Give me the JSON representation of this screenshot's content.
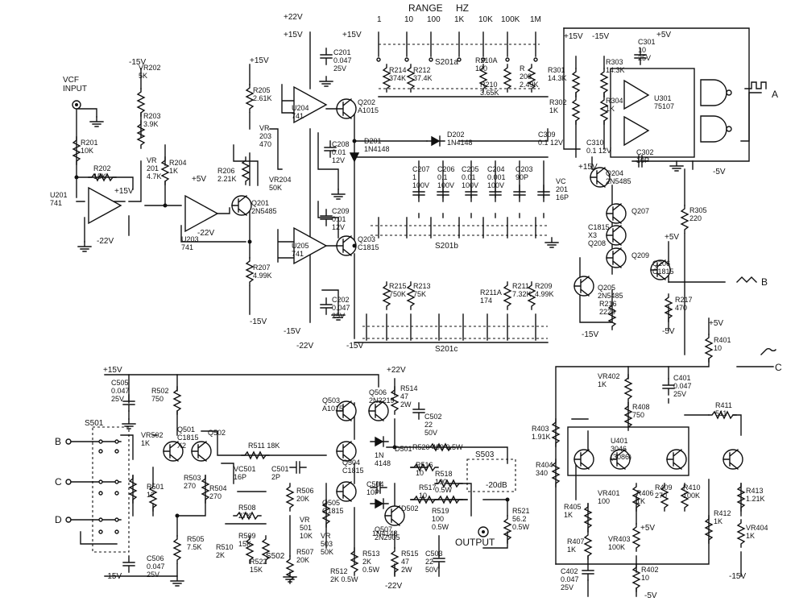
{
  "range_header": {
    "range_label": "RANGE",
    "unit_label": "HZ",
    "positions": [
      "1",
      "10",
      "100",
      "1K",
      "10K",
      "100K",
      "1M"
    ]
  },
  "inputs": {
    "vcf_input": "VCF\nINPUT"
  },
  "outputs": {
    "a": "A",
    "b": "B",
    "c": "C",
    "output": "OUTPUT"
  },
  "selector_inputs": [
    "B",
    "C",
    "D"
  ],
  "switches": {
    "s201a": "S201a",
    "s201b": "S201b",
    "s201c": "S201c",
    "s501": "S501",
    "s502": "S502",
    "s503": "S503",
    "s503_label": "-20dB"
  },
  "rails": {
    "p15": "+15V",
    "m15": "-15V",
    "p22": "+22V",
    "m22": "-22V",
    "p5": "+5V",
    "m5": "-5V"
  },
  "components": [
    {
      "id": "vr202",
      "label": "VR202\n5K"
    },
    {
      "id": "r203",
      "label": "R203\n3.9K"
    },
    {
      "id": "r201",
      "label": "R201\n10K"
    },
    {
      "id": "r202",
      "label": "R202\n15K"
    },
    {
      "id": "vr201",
      "label": "VR\n201\n4.7K"
    },
    {
      "id": "u201",
      "label": "U201\n741"
    },
    {
      "id": "r204",
      "label": "R204\n1K"
    },
    {
      "id": "u203",
      "label": "U203\n741"
    },
    {
      "id": "r205",
      "label": "R205\n2.61K"
    },
    {
      "id": "vr203",
      "label": "VR\n203\n470"
    },
    {
      "id": "r206",
      "label": "R206\n2.21K"
    },
    {
      "id": "vr204",
      "label": "VR204\n50K"
    },
    {
      "id": "q201",
      "label": "Q201\n2N5485"
    },
    {
      "id": "r207",
      "label": "R207\n4.99K"
    },
    {
      "id": "u204",
      "label": "U204\n741"
    },
    {
      "id": "c201",
      "label": "C201\n0.047\n25V"
    },
    {
      "id": "q202",
      "label": "Q202\nA1015"
    },
    {
      "id": "c208",
      "label": "C208\n0.01\n12V"
    },
    {
      "id": "d201",
      "label": "D201\n1N4148"
    },
    {
      "id": "d202",
      "label": "D202\n1N4148"
    },
    {
      "id": "r214",
      "label": "R214\n374K"
    },
    {
      "id": "r212",
      "label": "R212\n37.4K"
    },
    {
      "id": "r210a",
      "label": "R210A\n100"
    },
    {
      "id": "r210",
      "label": "R210\n3.65K"
    },
    {
      "id": "r208",
      "label": "R\n208\n2.49K"
    },
    {
      "id": "c207",
      "label": "C207\n1\n100V"
    },
    {
      "id": "c206",
      "label": "C206\n0.1\n100V"
    },
    {
      "id": "c205",
      "label": "C205\n0.01\n100V"
    },
    {
      "id": "c204",
      "label": "C204\n0.001\n100V"
    },
    {
      "id": "c203",
      "label": "C203\n90P"
    },
    {
      "id": "vc201",
      "label": "VC\n201\n16P"
    },
    {
      "id": "u205",
      "label": "U205\n741"
    },
    {
      "id": "c209",
      "label": "C209\n0.01\n12V"
    },
    {
      "id": "q203",
      "label": "Q203\nC1815"
    },
    {
      "id": "c202",
      "label": "C202\n0.047\n25V"
    },
    {
      "id": "r215",
      "label": "R215\n750K"
    },
    {
      "id": "r213",
      "label": "R213\n75K"
    },
    {
      "id": "r211a",
      "label": "R211A\n174"
    },
    {
      "id": "r211",
      "label": "R211\n7.32K"
    },
    {
      "id": "r209",
      "label": "R209\n4.99K"
    },
    {
      "id": "r301",
      "label": "R301\n14.3K"
    },
    {
      "id": "r303",
      "label": "R303\n14.3K"
    },
    {
      "id": "c301",
      "label": "C301\n10\n25V"
    },
    {
      "id": "r302",
      "label": "R302\n1K"
    },
    {
      "id": "r304",
      "label": "R304\n1K"
    },
    {
      "id": "u301",
      "label": "U301\n75107"
    },
    {
      "id": "c309",
      "label": "C309\n0.1 12V"
    },
    {
      "id": "c310",
      "label": "C310\n0.1 12V"
    },
    {
      "id": "c302",
      "label": "C302\n10P"
    },
    {
      "id": "q204",
      "label": "Q204\n2N5485"
    },
    {
      "id": "r305",
      "label": "R305\n220"
    },
    {
      "id": "q207",
      "label": "Q207"
    },
    {
      "id": "q208",
      "label": "C1815\nX3\nQ208"
    },
    {
      "id": "q209",
      "label": "Q209"
    },
    {
      "id": "q206",
      "label": "Q206\nC1815"
    },
    {
      "id": "q205",
      "label": "Q205\n2N5485"
    },
    {
      "id": "r216",
      "label": "R216\n2220"
    },
    {
      "id": "r217",
      "label": "R217\n470"
    },
    {
      "id": "r401",
      "label": "R401\n10"
    },
    {
      "id": "vr402",
      "label": "VR402\n1K"
    },
    {
      "id": "c401",
      "label": "C401\n0.047\n25V"
    },
    {
      "id": "r408",
      "label": "R408\n750"
    },
    {
      "id": "r411",
      "label": "R411\n511"
    },
    {
      "id": "r403",
      "label": "R403\n1.91K"
    },
    {
      "id": "r404",
      "label": "R404\n340"
    },
    {
      "id": "u401",
      "label": "U401\n3046\n(3086)"
    },
    {
      "id": "vr401",
      "label": "VR401\n100"
    },
    {
      "id": "r406",
      "label": "R406\n1K"
    },
    {
      "id": "r409",
      "label": "R409\n270"
    },
    {
      "id": "r410",
      "label": "R410\n100K"
    },
    {
      "id": "r405",
      "label": "R405\n1K"
    },
    {
      "id": "r412",
      "label": "R412\n1K"
    },
    {
      "id": "r413",
      "label": "R413\n1.21K"
    },
    {
      "id": "vr404",
      "label": "VR404\n1K"
    },
    {
      "id": "r407",
      "label": "R407\n1K"
    },
    {
      "id": "vr403",
      "label": "VR403\n100K"
    },
    {
      "id": "c402",
      "label": "C402\n0.047\n25V"
    },
    {
      "id": "r402",
      "label": "R402\n10"
    },
    {
      "id": "c505",
      "label": "C505\n0.047\n25V"
    },
    {
      "id": "r502",
      "label": "R502\n750"
    },
    {
      "id": "vr502",
      "label": "VR502\n1K"
    },
    {
      "id": "q501",
      "label": "Q501\nC1815\nX2"
    },
    {
      "id": "q502",
      "label": "Q502"
    },
    {
      "id": "r501",
      "label": "R501\n12"
    },
    {
      "id": "r503",
      "label": "R503\n270"
    },
    {
      "id": "r504",
      "label": "R504\n270"
    },
    {
      "id": "r505",
      "label": "R505\n7.5K"
    },
    {
      "id": "c506",
      "label": "C506\n0.047\n25V"
    },
    {
      "id": "r511",
      "label": "R511 18K"
    },
    {
      "id": "vc501",
      "label": "VC501\n16P"
    },
    {
      "id": "c501",
      "label": "C501\n2P"
    },
    {
      "id": "r508",
      "label": "R508\n27K"
    },
    {
      "id": "r509",
      "label": "R509\n15K"
    },
    {
      "id": "r510",
      "label": "R510\n2K"
    },
    {
      "id": "r522",
      "label": "R522\n15K"
    },
    {
      "id": "r506",
      "label": "R506\n20K"
    },
    {
      "id": "vr501",
      "label": "VR\n501\n10K"
    },
    {
      "id": "r507",
      "label": "R507\n20K"
    },
    {
      "id": "vr503",
      "label": "VR\n503\n50K"
    },
    {
      "id": "q503",
      "label": "Q503\nA1015"
    },
    {
      "id": "q506",
      "label": "Q506\n2N2219"
    },
    {
      "id": "r514",
      "label": "R514\n47\n2W"
    },
    {
      "id": "c502",
      "label": "C502\n22\n50V"
    },
    {
      "id": "d501",
      "label": "D501"
    },
    {
      "id": "d501b",
      "label": "1N\n4148"
    },
    {
      "id": "r520",
      "label": "R520 499 0.5W"
    },
    {
      "id": "q504",
      "label": "Q504\nC1815"
    },
    {
      "id": "r516",
      "label": "R516\n10"
    },
    {
      "id": "r518",
      "label": "R518\n100\n0.5W"
    },
    {
      "id": "c504",
      "label": "C504\n10P"
    },
    {
      "id": "q505",
      "label": "Q505\nC1815"
    },
    {
      "id": "r517",
      "label": "R517\n10"
    },
    {
      "id": "d502",
      "label": "D502"
    },
    {
      "id": "d502b",
      "label": "1N4148"
    },
    {
      "id": "r519",
      "label": "R519\n100\n0.5W"
    },
    {
      "id": "q507",
      "label": "Q507\n2N2905"
    },
    {
      "id": "r513",
      "label": "R513\n2K\n0.5W"
    },
    {
      "id": "r512",
      "label": "R512\n2K 0.5W"
    },
    {
      "id": "r515",
      "label": "R515\n47\n2W"
    },
    {
      "id": "c503",
      "label": "C503\n22\n50V"
    },
    {
      "id": "r521",
      "label": "R521\n56.2\n0.5W"
    }
  ]
}
